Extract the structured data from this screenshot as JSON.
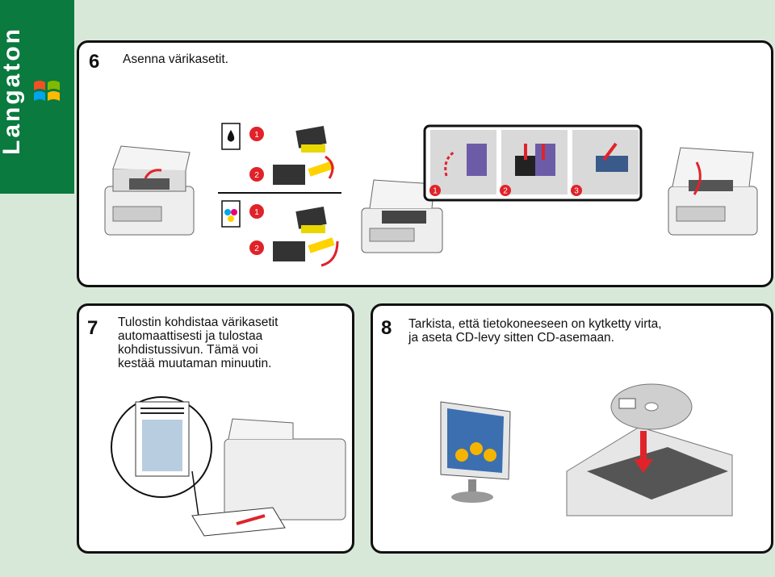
{
  "side_tab": {
    "label": "Langaton",
    "logo_icon": "windows-flag-icon"
  },
  "steps": [
    {
      "number": "6",
      "text": "Asenna värikasetit."
    },
    {
      "number": "7",
      "text_lines": [
        "Tulostin kohdistaa värikasetit",
        "automaattisesti ja tulostaa",
        "kohdistussivun. Tämä voi",
        "kestää muutaman minuutin."
      ]
    },
    {
      "number": "8",
      "text_lines": [
        "Tarkista, että tietokoneeseen on kytketty virta,",
        "ja aseta CD-levy sitten CD-asemaan."
      ]
    }
  ],
  "step6_illustration": {
    "black_cartridge_badges": [
      "1",
      "2"
    ],
    "color_cartridge_badges": [
      "1",
      "2"
    ],
    "zoom_callout_badges": [
      "1",
      "2",
      "3"
    ]
  },
  "colors": {
    "brand_green": "#0a7a3e",
    "badge_red": "#e0232a",
    "arrow_red": "#e0232a"
  }
}
